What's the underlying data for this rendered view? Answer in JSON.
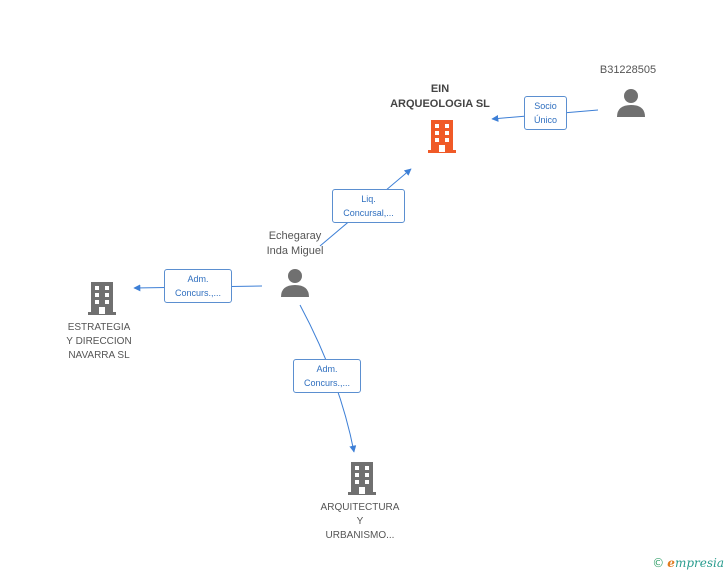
{
  "colors": {
    "edge": "#3d7fd6",
    "person": "#707070",
    "company": "#707070",
    "company_focus": "#f05a28"
  },
  "nodes": {
    "ein": {
      "line1": "EIN",
      "line2": "ARQUEOLOGIA SL",
      "icon": "building-icon"
    },
    "b31228505": {
      "label": "B31228505",
      "icon": "person-icon"
    },
    "echegaray": {
      "line1": "Echegaray",
      "line2": "Inda Miguel",
      "icon": "person-icon"
    },
    "estrategia": {
      "line1": "ESTRATEGIA",
      "line2": "Y DIRECCION",
      "line3": "NAVARRA SL",
      "icon": "building-icon"
    },
    "arquitectura": {
      "line1": "ARQUITECTURA",
      "line2": "Y",
      "line3": "URBANISMO...",
      "icon": "building-icon"
    }
  },
  "edges": {
    "socio": {
      "line1": "Socio",
      "line2": "Único"
    },
    "liq": {
      "line1": "Liq.",
      "line2": "Concursal,..."
    },
    "adm_left": {
      "line1": "Adm.",
      "line2": "Concurs.,..."
    },
    "adm_down": {
      "line1": "Adm.",
      "line2": "Concurs.,..."
    }
  },
  "brand": {
    "symbol": "©",
    "initial": "e",
    "name": "mpresia"
  }
}
